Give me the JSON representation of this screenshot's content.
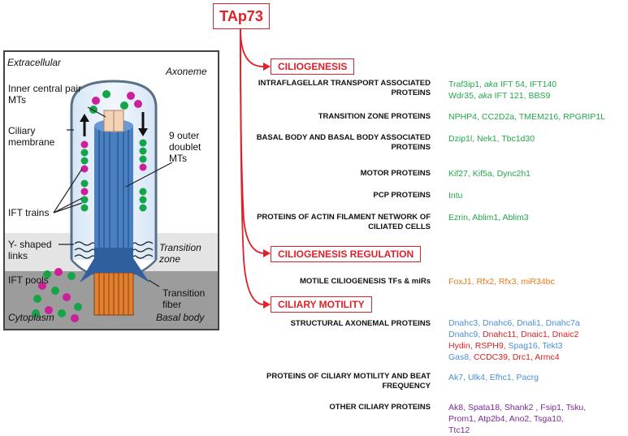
{
  "root": "TAp73",
  "colors": {
    "red": "#e0202a",
    "green": "#22a84a",
    "orange": "#e87a1a",
    "blue": "#4a8fd8",
    "purple": "#7a2a9a",
    "gene_red": "#e02020"
  },
  "cilium_labels": {
    "extracellular": "Extracellular",
    "axoneme": "Axoneme",
    "inner_pair": "Inner central pair MTs",
    "ciliary_membrane": "Ciliary membrane",
    "outer_doublet": "9 outer doublet MTs",
    "ift_trains": "IFT trains",
    "y_links": "Y- shaped links",
    "transition_zone": "Transition zone",
    "ift_pools": "IFT pools",
    "transition_fiber": "Transition fiber",
    "cytoplasm": "Cytoplasm",
    "basal_body": "Basal body"
  },
  "sections": [
    {
      "title": "CILIOGENESIS"
    },
    {
      "title": "CILIOGENESIS REGULATION"
    },
    {
      "title": "CILIARY MOTILITY"
    }
  ],
  "categories": [
    {
      "label": "INTRAFLAGELLAR TRANSPORT ASSOCIATED PROTEINS",
      "genes": [
        [
          "Traf3ip1,",
          "green"
        ],
        [
          "aka",
          "green-italic"
        ],
        [
          "IFT 54,",
          "green"
        ],
        [
          "IFT140",
          "green"
        ],
        [
          "|",
          "br"
        ],
        [
          "Wdr35,",
          "green"
        ],
        [
          "aka",
          "green-italic"
        ],
        [
          "IFT 121,",
          "green"
        ],
        [
          "BBS9",
          "green"
        ]
      ]
    },
    {
      "label": "TRANSITION ZONE PROTEINS",
      "genes": [
        [
          "NPHP4,",
          "green"
        ],
        [
          "CC2D2a,",
          "green"
        ],
        [
          "TMEM216,",
          "green"
        ],
        [
          "RPGRIP1L",
          "green"
        ]
      ]
    },
    {
      "label": "BASAL BODY AND BASAL BODY ASSOCIATED PROTEINS",
      "genes": [
        [
          "Dzip1l,",
          "green"
        ],
        [
          "Nek1,",
          "green"
        ],
        [
          "Tbc1d30",
          "green"
        ]
      ]
    },
    {
      "label": "MOTOR PROTEINS",
      "genes": [
        [
          "Kif27,",
          "green"
        ],
        [
          "Kif5a,",
          "green"
        ],
        [
          "Dync2h1",
          "green"
        ]
      ]
    },
    {
      "label": "PCP PROTEINS",
      "genes": [
        [
          "Intu",
          "green"
        ]
      ]
    },
    {
      "label": "PROTEINS OF ACTIN FILAMENT NETWORK OF CILIATED CELLS",
      "genes": [
        [
          "Ezrin,",
          "green"
        ],
        [
          "Ablim1,",
          "green"
        ],
        [
          "Ablim3",
          "green"
        ]
      ]
    },
    {
      "label": "MOTILE CILIOGENESIS TFs & miRs",
      "genes": [
        [
          "FoxJ1,",
          "orange"
        ],
        [
          "Rfx2,",
          "orange"
        ],
        [
          "Rfx3,",
          "orange"
        ],
        [
          "miR34bc",
          "orange"
        ]
      ]
    },
    {
      "label": "STRUCTURAL AXONEMAL PROTEINS",
      "genes": [
        [
          "Dnahc3,",
          "blue"
        ],
        [
          "Dnahc6,",
          "blue"
        ],
        [
          "Dnali1,",
          "blue"
        ],
        [
          "Dnahc7a",
          "blue"
        ],
        [
          "|",
          "br"
        ],
        [
          "Dnahc9,",
          "blue"
        ],
        [
          "Dnahc11,",
          "red"
        ],
        [
          "Dnaic1,",
          "red"
        ],
        [
          "Dnaic2",
          "red"
        ],
        [
          "|",
          "br"
        ],
        [
          "Hydin,",
          "red"
        ],
        [
          "RSPH9,",
          "red"
        ],
        [
          "Spag16,",
          "blue"
        ],
        [
          "Tekt3",
          "blue"
        ],
        [
          "|",
          "br"
        ],
        [
          "Gas8,",
          "blue"
        ],
        [
          "CCDC39,",
          "red"
        ],
        [
          "Drc1,",
          "red"
        ],
        [
          "Armc4",
          "red"
        ]
      ]
    },
    {
      "label": "PROTEINS OF CILIARY MOTILITY AND BEAT FREQUENCY",
      "genes": [
        [
          "Ak7,",
          "blue"
        ],
        [
          "Ulk4,",
          "blue"
        ],
        [
          "Efhc1,",
          "blue"
        ],
        [
          "Pacrg",
          "blue"
        ]
      ]
    },
    {
      "label": "OTHER CILIARY PROTEINS",
      "genes": [
        [
          "Ak8,",
          "purple"
        ],
        [
          "Spata18,",
          "purple"
        ],
        [
          "Shank2 ,",
          "purple"
        ],
        [
          "Fsip1,",
          "purple"
        ],
        [
          "Tsku,",
          "purple"
        ],
        [
          "|",
          "br"
        ],
        [
          "Prom1,",
          "purple"
        ],
        [
          "Atp2b4,",
          "purple"
        ],
        [
          "Ano2,",
          "purple"
        ],
        [
          "Tsga10,",
          "purple"
        ],
        [
          "|",
          "br"
        ],
        [
          "Ttc12",
          "purple"
        ]
      ]
    }
  ]
}
